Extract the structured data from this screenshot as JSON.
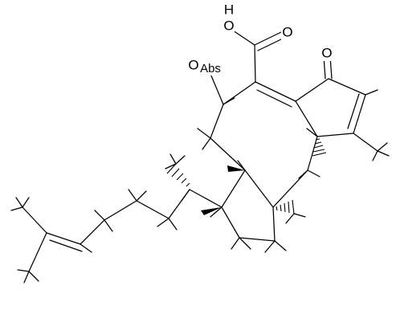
{
  "structure": {
    "atom_labels": {
      "acid_hydroxyl_h": "H",
      "acid_hydroxyl_o": "O",
      "acid_carbonyl_o": "O",
      "ketone_o": "O",
      "alcohol_o": "O",
      "abs_label": "Abs"
    }
  }
}
